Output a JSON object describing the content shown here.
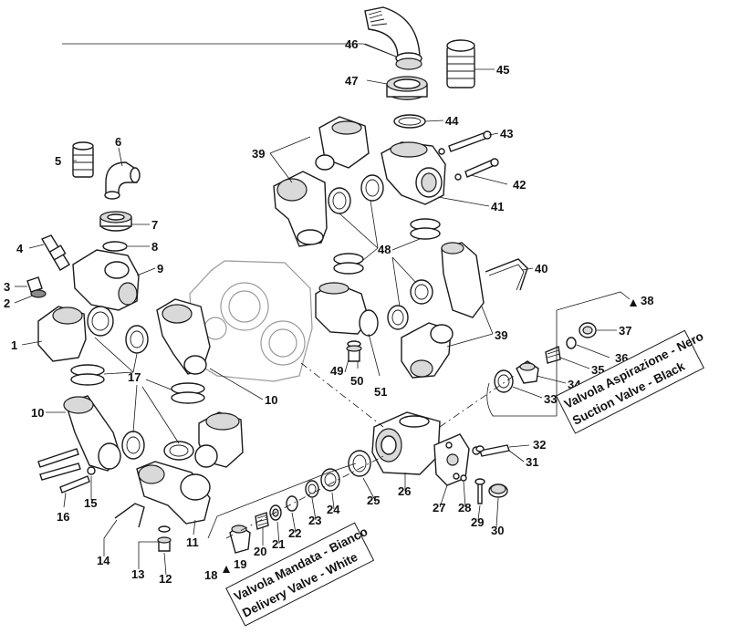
{
  "callouts": {
    "c1": "1",
    "c2": "2",
    "c3": "3",
    "c4": "4",
    "c5": "5",
    "c6": "6",
    "c7": "7",
    "c8": "8",
    "c9": "9",
    "c10a": "10",
    "c10b": "10",
    "c11": "11",
    "c12": "12",
    "c13": "13",
    "c14": "14",
    "c15": "15",
    "c16": "16",
    "c17": "17",
    "c18": "18",
    "c19": "19",
    "c20": "20",
    "c21": "21",
    "c22": "22",
    "c23": "23",
    "c24": "24",
    "c25": "25",
    "c26": "26",
    "c27": "27",
    "c28": "28",
    "c29": "29",
    "c30": "30",
    "c31": "31",
    "c32": "32",
    "c33": "33",
    "c34": "34",
    "c35": "35",
    "c36": "36",
    "c37": "37",
    "c38": "38",
    "c39a": "39",
    "c39b": "39",
    "c40": "40",
    "c41": "41",
    "c42": "42",
    "c43": "43",
    "c44": "44",
    "c45": "45",
    "c46": "46",
    "c47": "47",
    "c48": "48",
    "c49": "49",
    "c50": "50",
    "c51": "51"
  },
  "panels": {
    "suction": {
      "line1": "Valvola Aspirazione - Nero",
      "line2": "Suction Valve - Black"
    },
    "delivery": {
      "line1": "Valvola Mandata - Bianco",
      "line2": "Delivery Valve - White"
    }
  }
}
